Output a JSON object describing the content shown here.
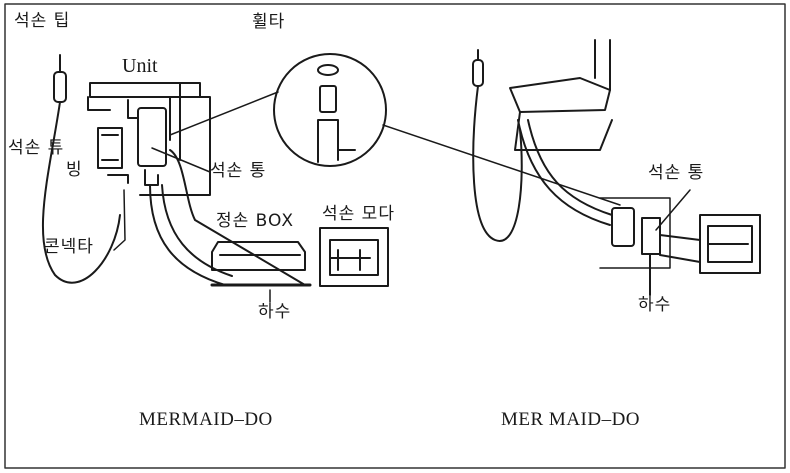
{
  "left": {
    "suction_tip": "석손 팁",
    "unit": "Unit",
    "filter": "휠타",
    "suction_tubing_1": "석손 튜",
    "suction_tubing_2": "빙",
    "suction_tank": "석손 통",
    "clean_box": "정손 BOX",
    "suction_motor": "석손 모다",
    "connector": "콘넥타",
    "drain": "하수",
    "caption": "MERMAID–DO"
  },
  "right": {
    "suction_tank": "석손 통",
    "drain": "하수",
    "caption": "MER MAID–DO"
  },
  "colors": {
    "line": "#1a1a1a",
    "border": "#333333",
    "paper": "#ffffff"
  }
}
